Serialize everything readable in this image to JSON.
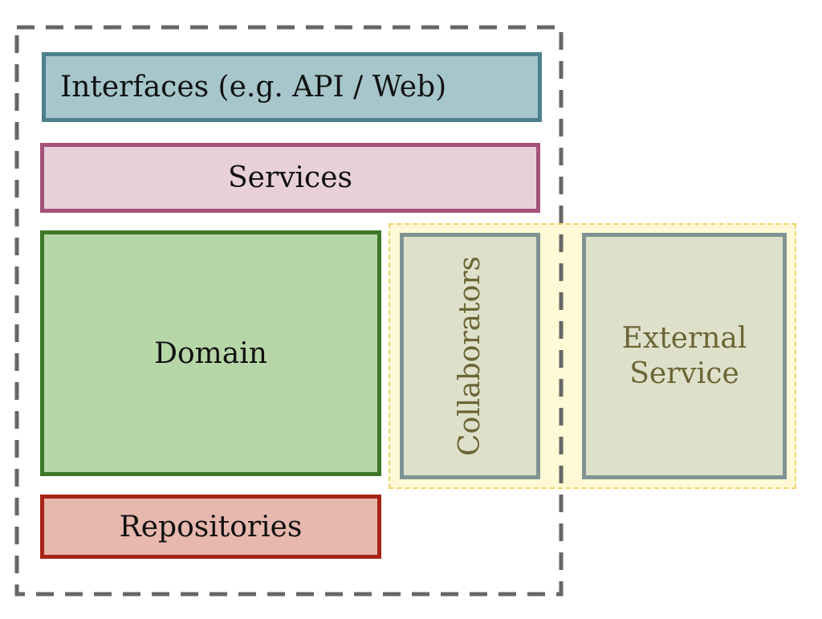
{
  "diagram": {
    "layers": {
      "interfaces": "Interfaces (e.g. API / Web)",
      "services": "Services",
      "domain": "Domain",
      "repositories": "Repositories",
      "collaborators": "Collaborators",
      "external_service_line1": "External",
      "external_service_line2": "Service"
    },
    "colors": {
      "interfaces_fill": "#a6c6cb",
      "interfaces_border": "#4a818c",
      "services_fill": "#e8d0da",
      "services_border": "#a45279",
      "domain_fill": "#b7d6a8",
      "domain_border": "#3d7726",
      "repositories_fill": "#e6b8ae",
      "repositories_border": "#a72417",
      "collaborators_fill": "#dee1ca",
      "collaborators_border": "#7f9394",
      "collaboration_zone_fill": "#fff9d6",
      "collaboration_zone_border": "#f1d36a",
      "boundary_stroke": "#666666"
    }
  }
}
